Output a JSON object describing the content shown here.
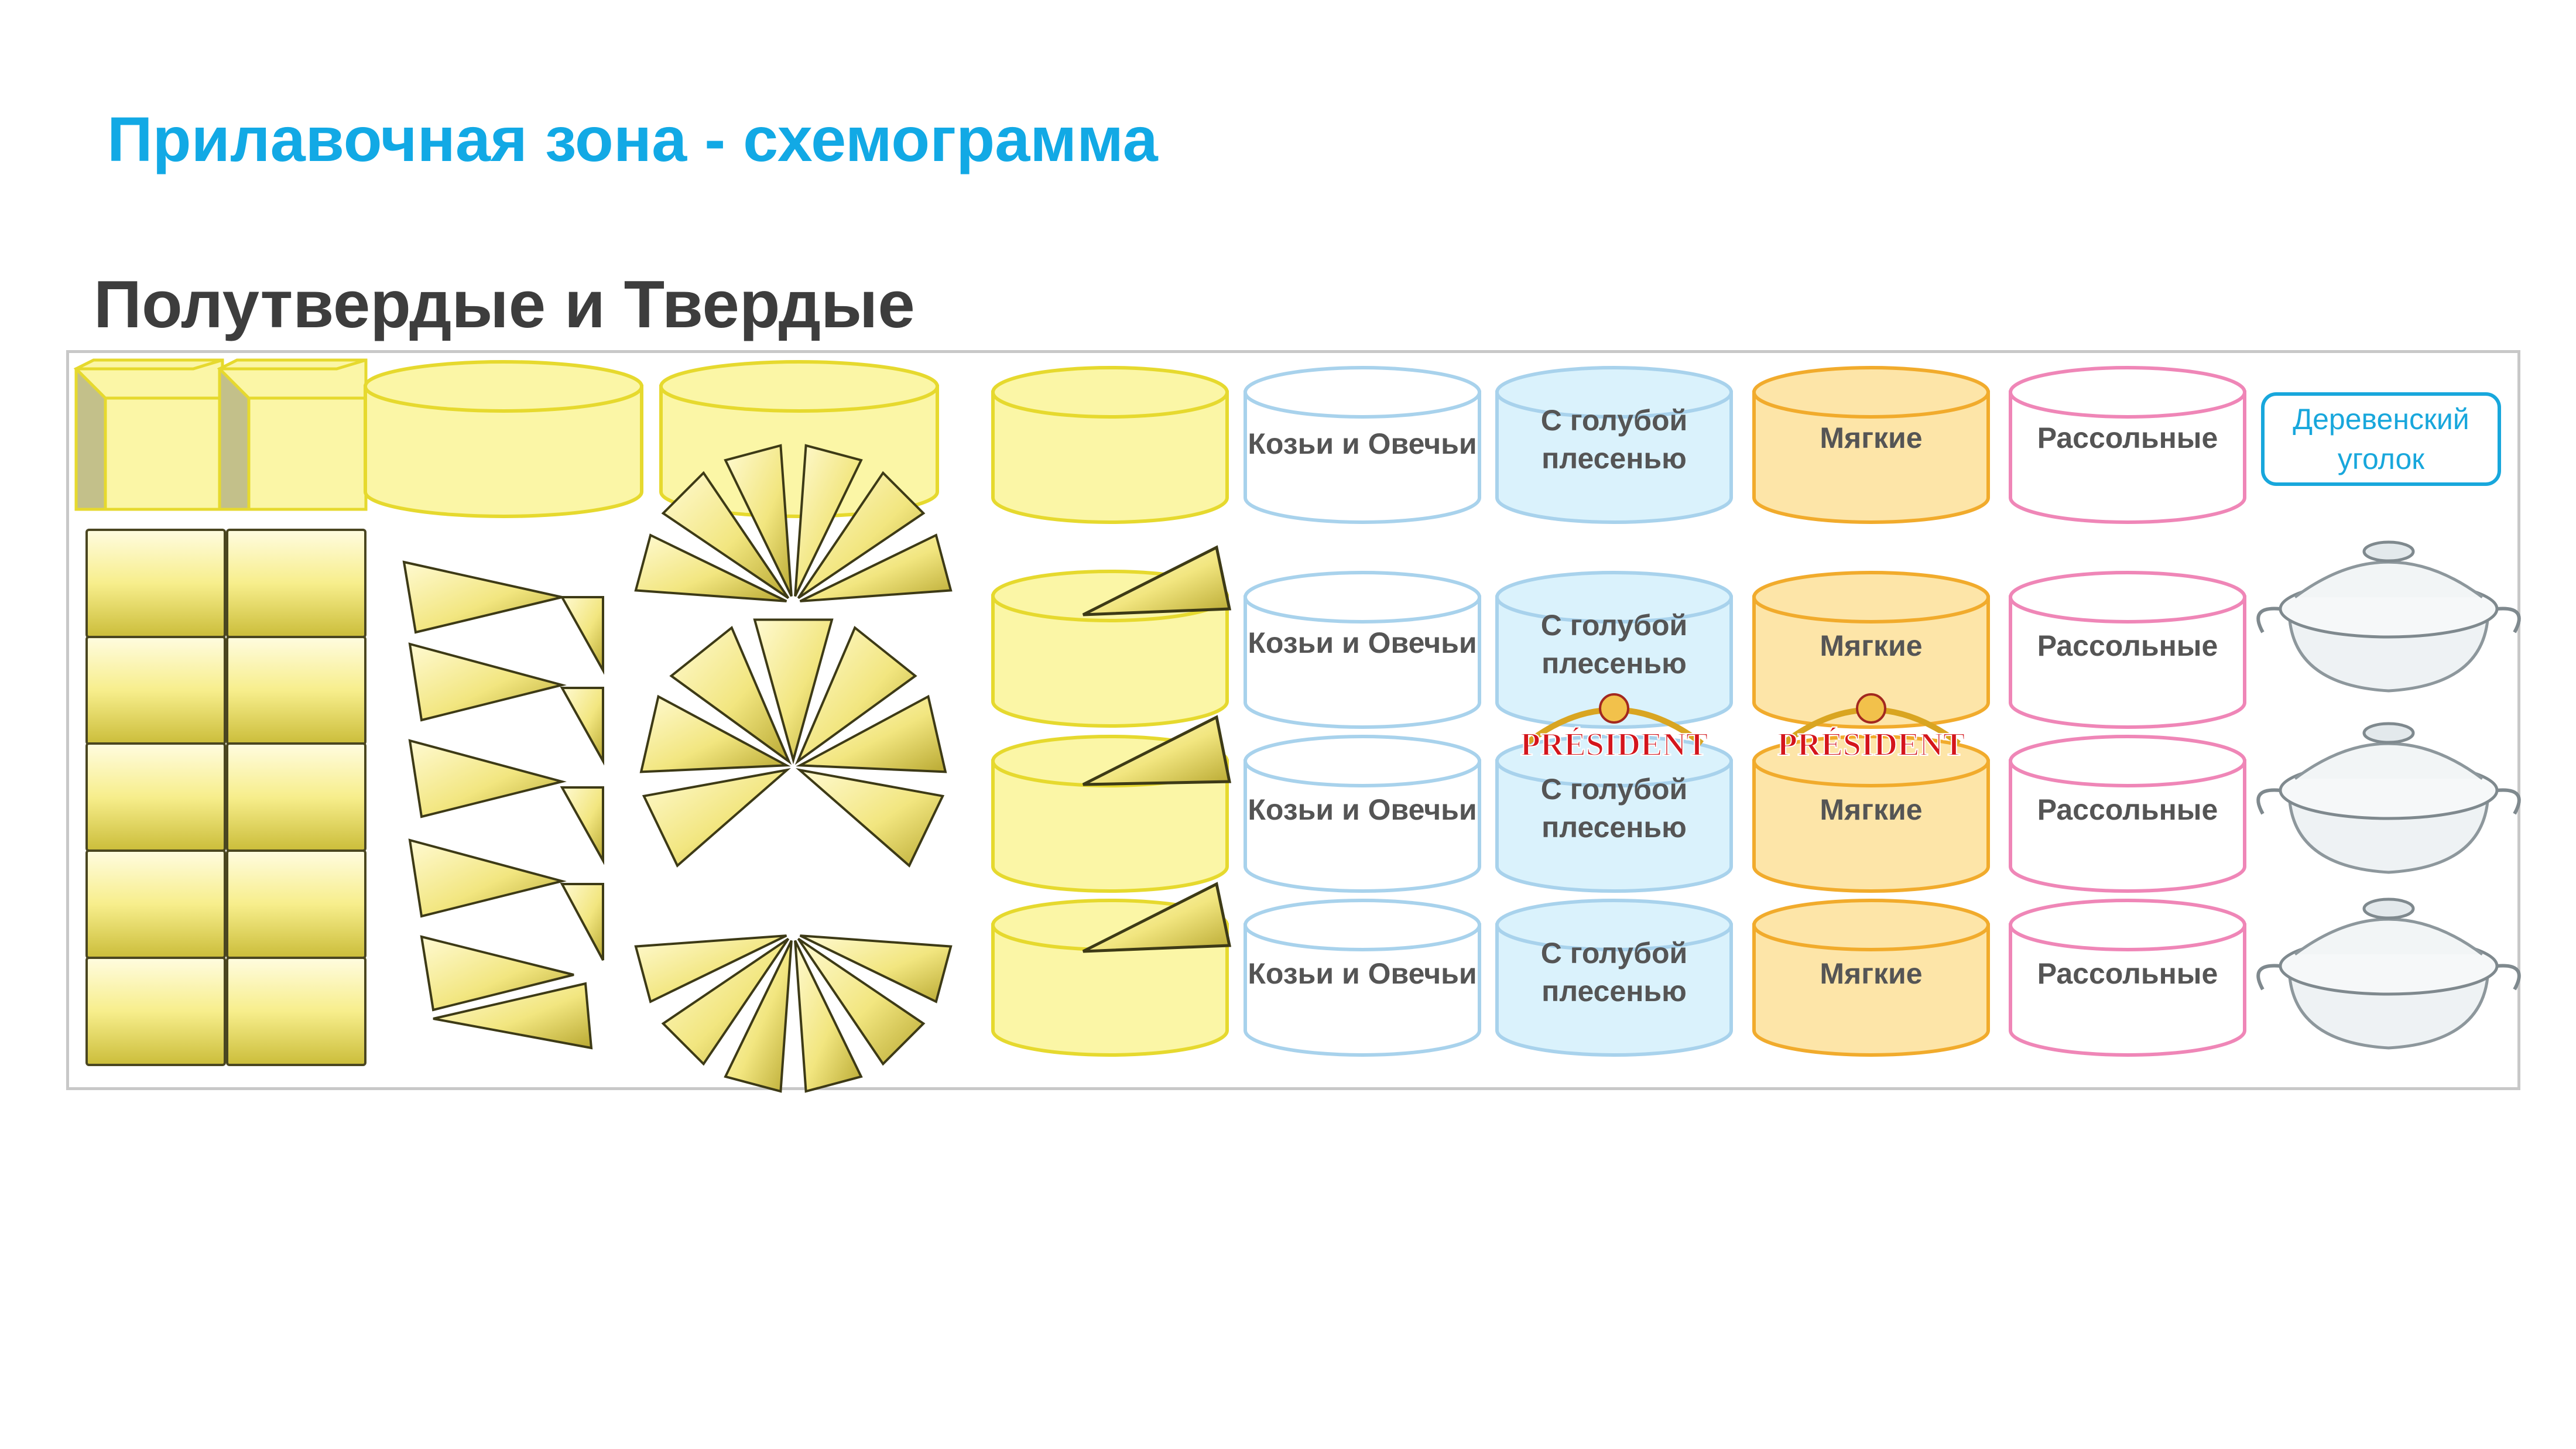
{
  "title": "Прилавочная зона - схемограмма",
  "section": "Полутвердые и Твердые",
  "labels": {
    "goat": "Козьи и Овечьи",
    "blue_line1": "С голубой",
    "blue_line2": "плесенью",
    "soft": "Мягкие",
    "brine": "Рассольные"
  },
  "corner": {
    "line1": "Деревенский",
    "line2": "уголок"
  },
  "brand": "PRÉSIDENT",
  "colors": {
    "title": "#12a9e5",
    "hard_fill": "#fbf6a6",
    "hard_stroke": "#e6d92e",
    "goat_stroke": "#a8d2ec",
    "blue_fill": "#daf2fc",
    "soft_fill": "#fde5a8",
    "soft_stroke": "#f1ab2c",
    "brine_stroke": "#ef86b7",
    "brand_red": "#d4151c"
  },
  "icons": [
    "cheese-cube-icon",
    "cheese-wheel-icon",
    "cheese-wedge-icon",
    "glass-pot-icon"
  ]
}
